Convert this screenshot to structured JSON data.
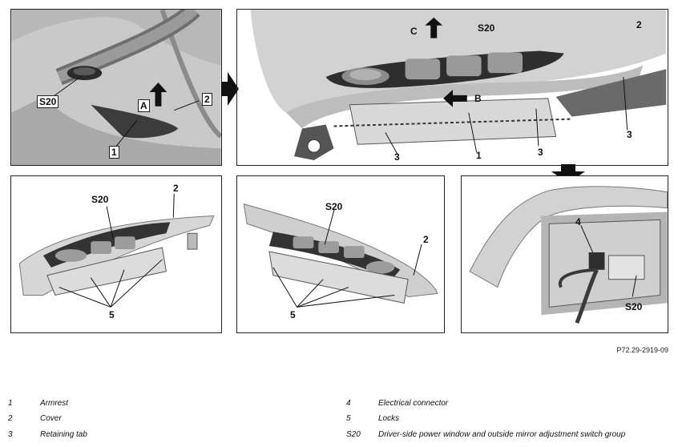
{
  "panels": {
    "p1": {
      "labels": {
        "s20": "S20",
        "a": "A",
        "two": "2",
        "one": "1"
      }
    },
    "p2": {
      "labels": {
        "c": "C",
        "s20": "S20",
        "two": "2",
        "b": "B",
        "three_l": "3",
        "one": "1",
        "three_m": "3",
        "three_r": "3"
      }
    },
    "p3": {
      "labels": {
        "s20": "S20",
        "two": "2",
        "five": "5"
      }
    },
    "p4": {
      "labels": {
        "s20": "S20",
        "two": "2",
        "five": "5"
      }
    },
    "p5": {
      "labels": {
        "four": "4",
        "s20": "S20"
      }
    }
  },
  "figure_ref": "P72.29-2919-09",
  "legend": [
    {
      "num": "1",
      "text": "Armrest"
    },
    {
      "num": "2",
      "text": "Cover"
    },
    {
      "num": "3",
      "text": "Retaining tab"
    },
    {
      "num": "4",
      "text": "Electrical connector"
    },
    {
      "num": "5",
      "text": "Locks"
    },
    {
      "num": "S20",
      "text": "Driver-side power window and outside mirror adjustment switch group"
    }
  ]
}
